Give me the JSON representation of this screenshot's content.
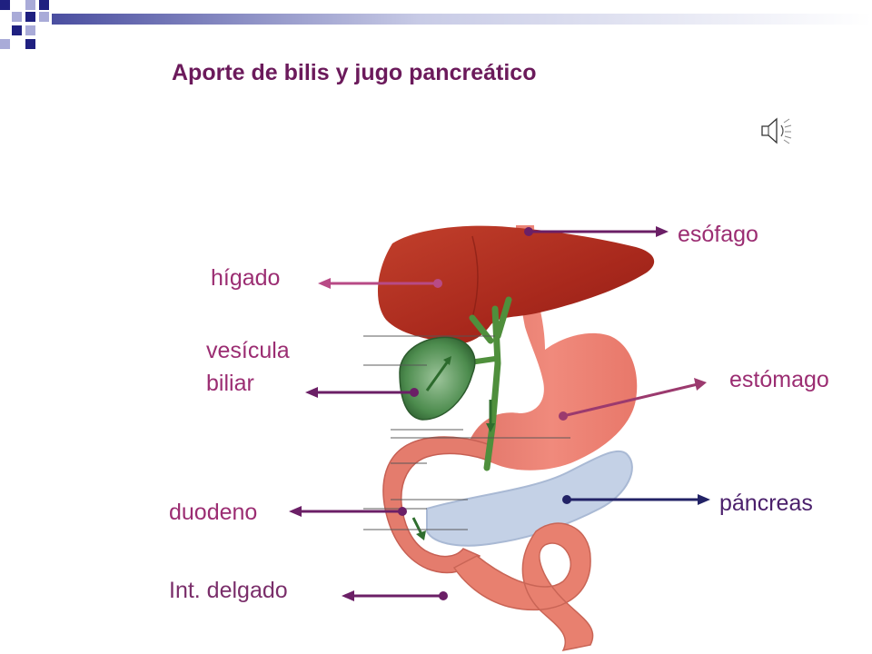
{
  "slide": {
    "title": "Aporte de bilis y jugo pancreático"
  },
  "icons": {
    "audio": "speaker-icon"
  },
  "colors": {
    "title": "#6b1a5b",
    "label_default": "#9b2d72",
    "label_small_intestine": "#7a2e6a",
    "label_pancreas": "#4a1f6b",
    "arrow_purple": "#6b1f66",
    "arrow_navy": "#222266",
    "stripe_navy": "#1f2080",
    "stripe_blue": "#a9abd8"
  },
  "labels": {
    "esofago": "esófago",
    "higado": "hígado",
    "vesicula": "vesícula\nbiliar",
    "estomago": "estómago",
    "pancreas": "páncreas",
    "duodeno": "duodeno",
    "intestino": "Int. delgado"
  }
}
